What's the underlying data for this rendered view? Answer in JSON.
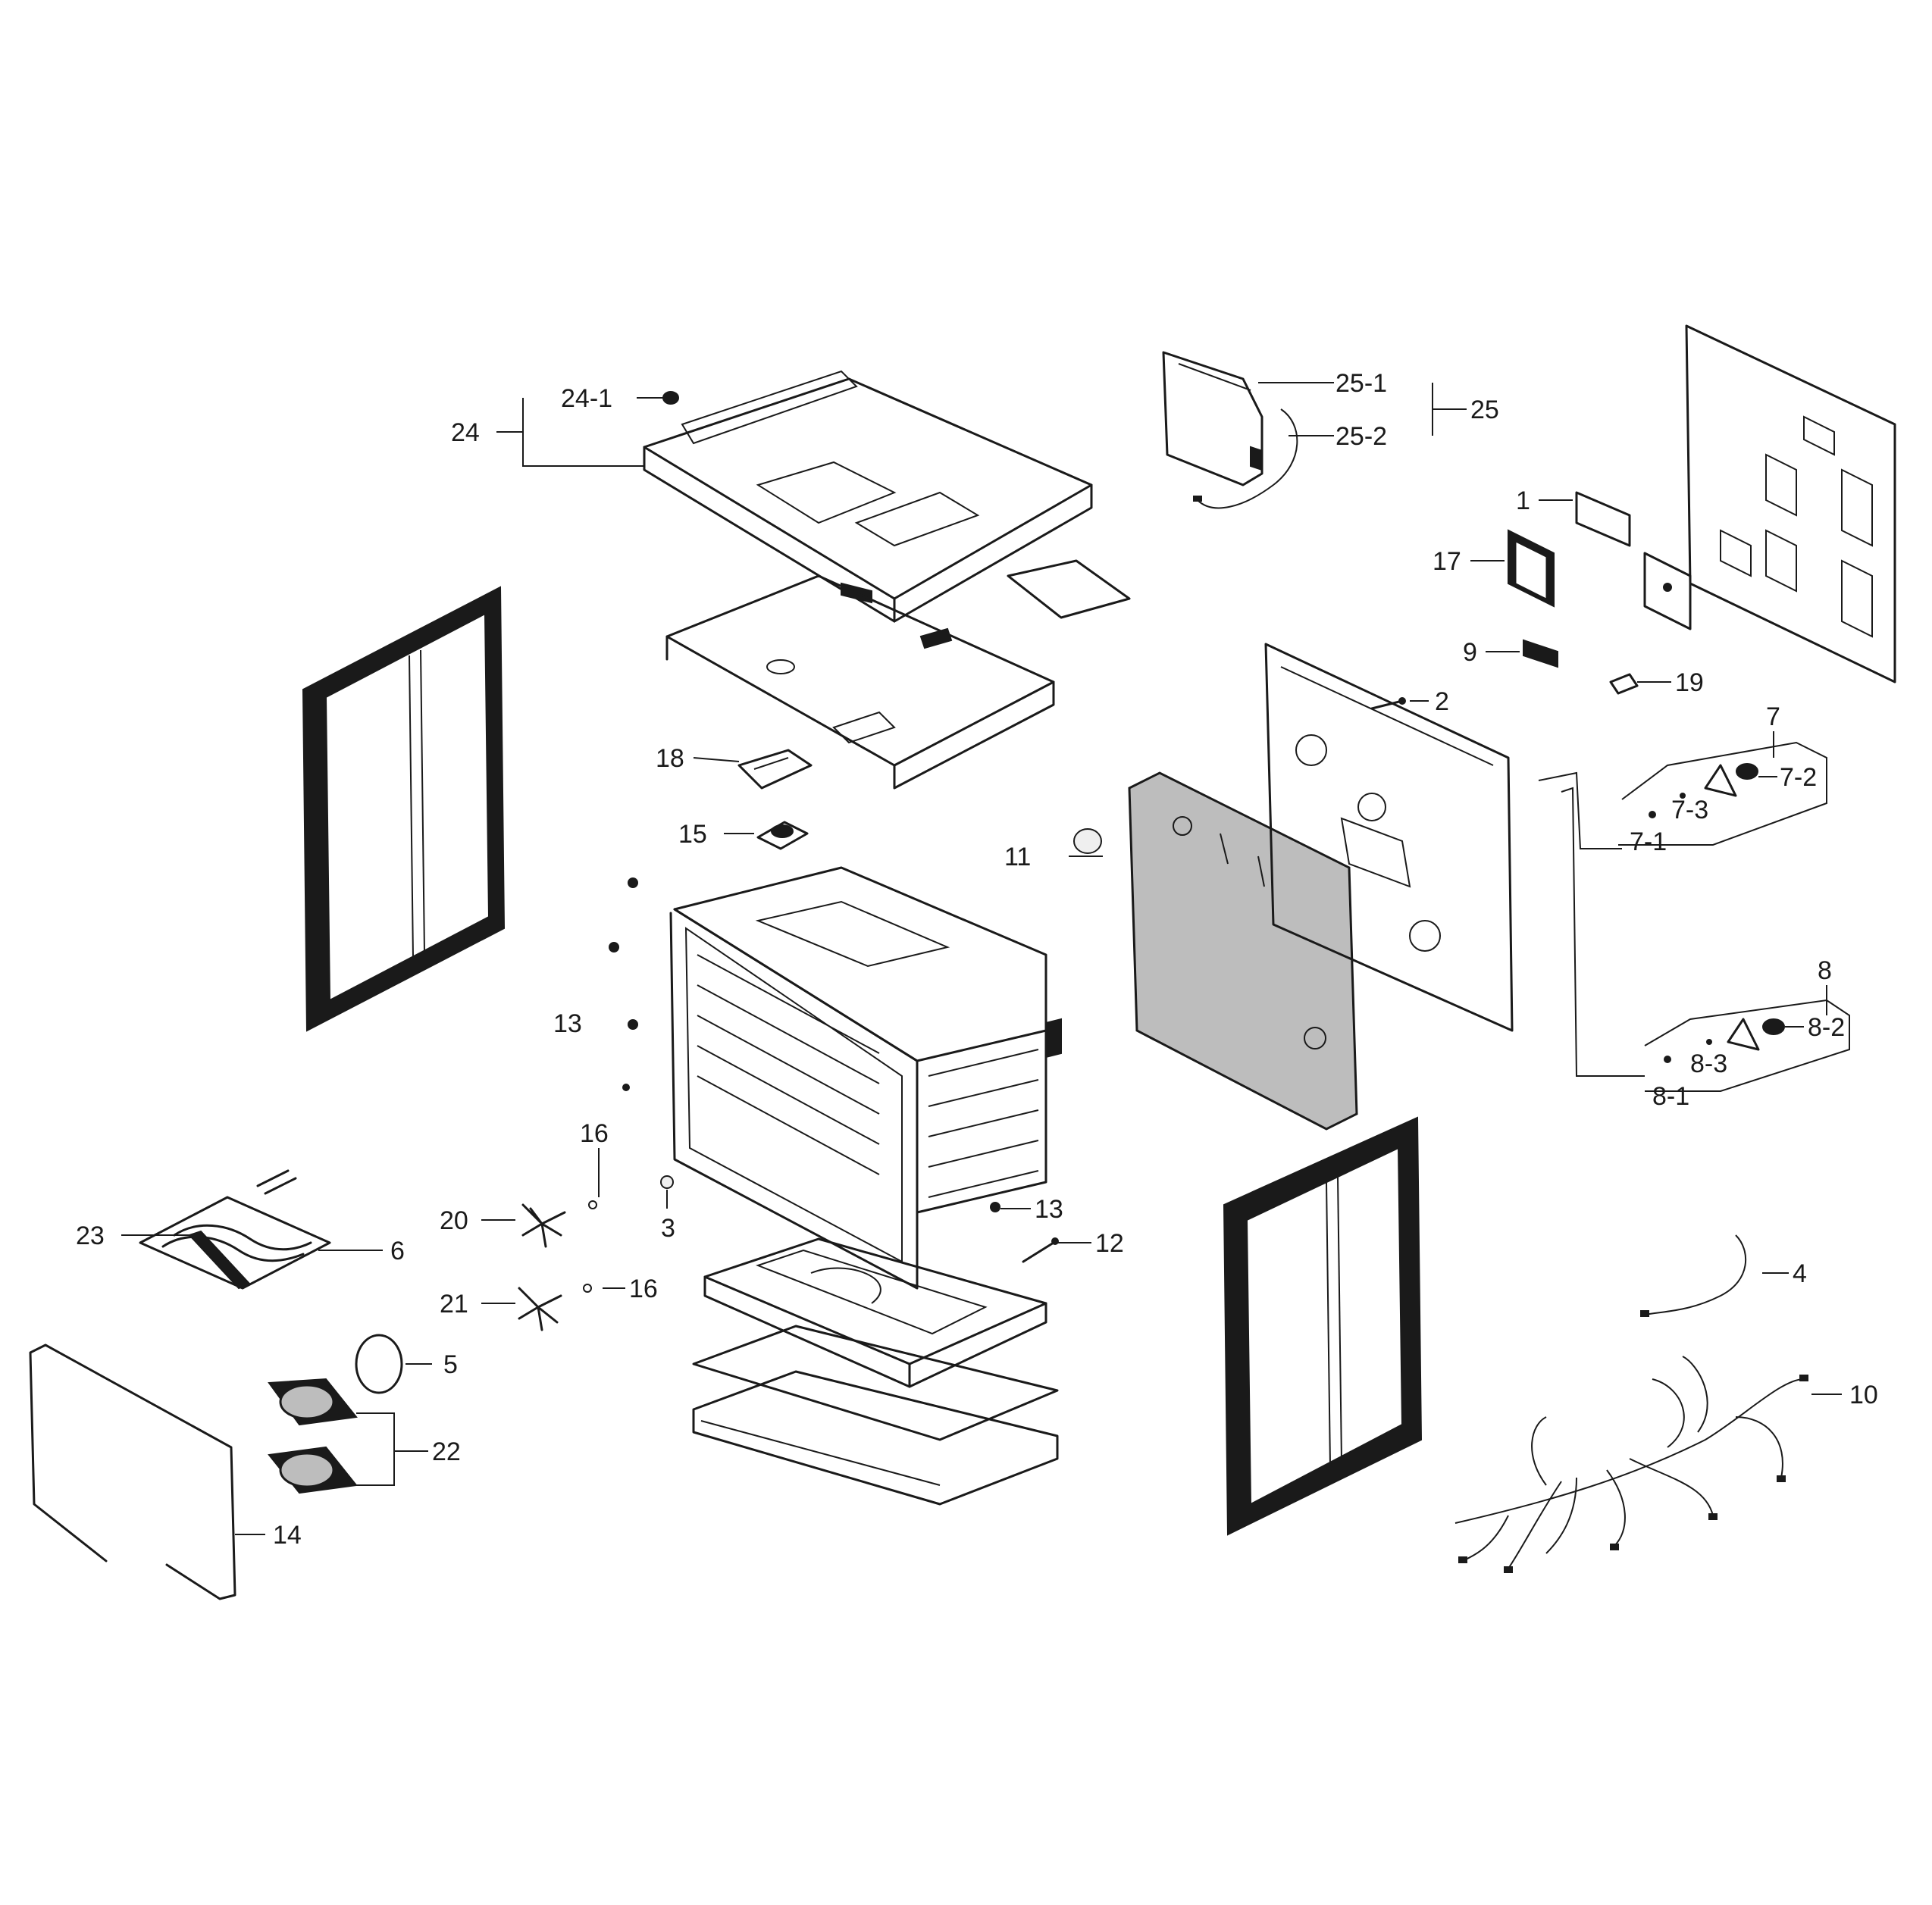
{
  "labels": {
    "p1": "1",
    "p2": "2",
    "p3": "3",
    "p4": "4",
    "p5": "5",
    "p6": "6",
    "p7": "7",
    "p7_1": "7-1",
    "p7_2": "7-2",
    "p7_3": "7-3",
    "p8": "8",
    "p8_1": "8-1",
    "p8_2": "8-2",
    "p8_3": "8-3",
    "p9": "9",
    "p10": "10",
    "p11": "11",
    "p12": "12",
    "p13a": "13",
    "p13b": "13",
    "p14": "14",
    "p15": "15",
    "p16a": "16",
    "p16b": "16",
    "p17": "17",
    "p18": "18",
    "p19": "19",
    "p20": "20",
    "p21": "21",
    "p22": "22",
    "p23": "23",
    "p24": "24",
    "p24_1": "24-1",
    "p25": "25",
    "p25_1": "25-1",
    "p25_2": "25-2"
  }
}
